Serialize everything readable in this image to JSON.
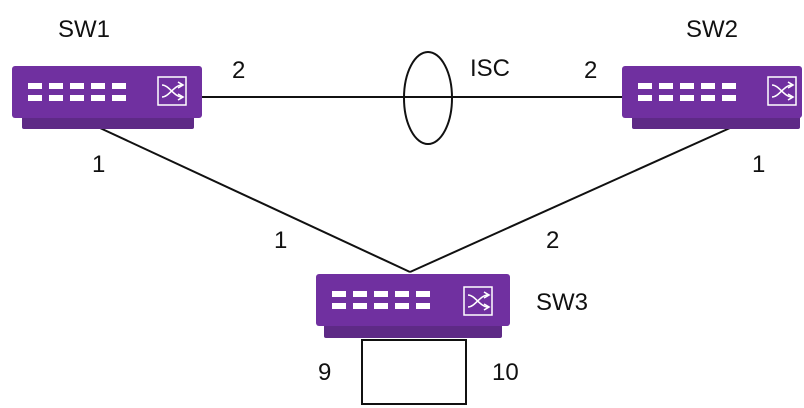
{
  "switches": [
    {
      "id": "sw1",
      "label": "SW1"
    },
    {
      "id": "sw2",
      "label": "SW2"
    },
    {
      "id": "sw3",
      "label": "SW3"
    }
  ],
  "ports": {
    "sw1_isc": "2",
    "sw2_isc": "2",
    "sw1_down": "1",
    "sw2_down": "1",
    "sw3_left": "1",
    "sw3_right": "2",
    "sw3_loop_left": "9",
    "sw3_loop_right": "10"
  },
  "isc_label": "ISC",
  "colors": {
    "switch_body": "#7030A0",
    "switch_base": "#5E2A86",
    "port": "#FFFFFF",
    "line": "#111111"
  },
  "icons": {
    "switch_symbol": "crossed-arrows-icon",
    "port": "ethernet-port-icon"
  }
}
